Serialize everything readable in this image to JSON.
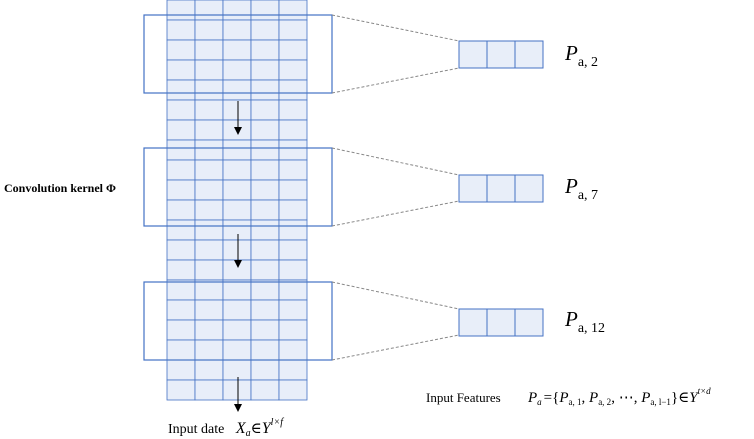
{
  "kernel_label": "Convolution kernel Φ",
  "input_label": "Input date",
  "input_formula": {
    "X": "X",
    "a": "a",
    "in": "∈",
    "Y": "Y",
    "sup": "l×f"
  },
  "features": [
    {
      "P": "P",
      "sub": "a, 2"
    },
    {
      "P": "P",
      "sub": "a, 7"
    },
    {
      "P": "P",
      "sub": "a, 12"
    }
  ],
  "features_label": "Input Features",
  "features_formula": {
    "lhs_P": "P",
    "lhs_sub": "a",
    "eq": "=",
    "open": "{",
    "t1": "P",
    "t1_sub": "a, 1",
    "sep1": ", ",
    "t2": "P",
    "t2_sub": "a, 2",
    "sep2": ", ⋯, ",
    "t3": "P",
    "t3_sub": "a, l−1",
    "close": "}",
    "in": "∈",
    "Y": "Y",
    "sup": "t×d"
  },
  "colors": {
    "cell_fill": "#e8eef9",
    "stroke": "#4472c4",
    "guide": "#888888",
    "arrow": "#000000"
  }
}
